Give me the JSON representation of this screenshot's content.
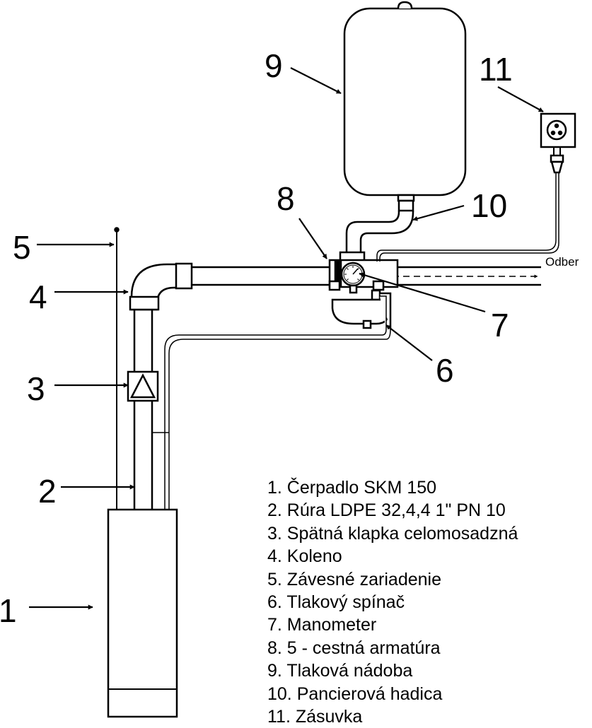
{
  "callouts": {
    "n1": "1",
    "n2": "2",
    "n3": "3",
    "n4": "4",
    "n5": "5",
    "n6": "6",
    "n7": "7",
    "n8": "8",
    "n9": "9",
    "n10": "10",
    "n11": "11"
  },
  "outlet_label": "Odber",
  "legend": [
    "1. Čerpadlo SKM 150",
    "2. Rúra LDPE 32,4,4 1\" PN 10",
    "3. Spätná klapka celomosadzná",
    "4. Koleno",
    "5. Závesné zariadenie",
    "6. Tlakový spínač",
    "7. Manometer",
    "8. 5 - cestná armatúra",
    "9. Tlaková nádoba",
    "10. Pancierová hadica",
    "11. Zásuvka"
  ]
}
